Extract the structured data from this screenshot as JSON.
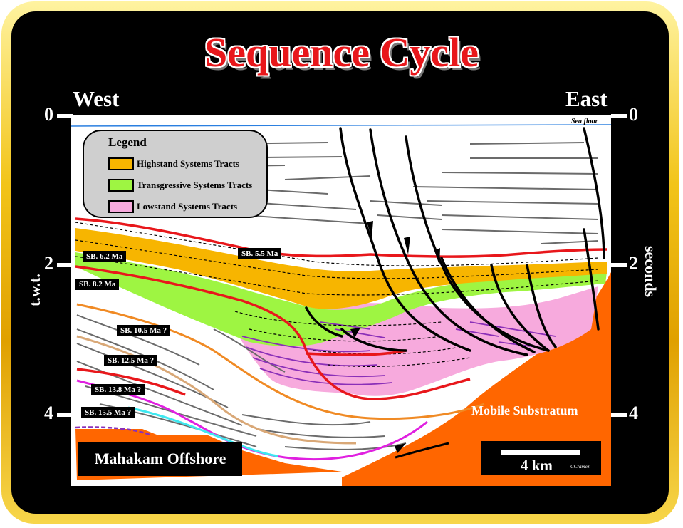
{
  "title": "Sequence Cycle",
  "directions": {
    "west": "West",
    "east": "East"
  },
  "axis": {
    "left_label": "t.w.t.",
    "right_label": "seconds",
    "ticks": [
      "0",
      "2",
      "4"
    ]
  },
  "sea_floor": "Sea floor",
  "legend": {
    "title": "Legend",
    "items": [
      {
        "label": "Highstand Systems Tracts",
        "color": "#f7b500"
      },
      {
        "label": "Transgressive Systems Tracts",
        "color": "#9ef542"
      },
      {
        "label": "Lowstand Systems Tracts",
        "color": "#f7aadd"
      }
    ]
  },
  "sequence_boundaries": [
    "SB. 5.5 Ma",
    "SB. 6.2 Ma",
    "SB. 8.2 Ma",
    "SB. 10.5 Ma ?",
    "SB. 12.5 Ma ?",
    "SB. 13.8 Ma ?",
    "SB. 15.5 Ma ?"
  ],
  "mobile_substratum": "Mobile Substratum",
  "location": "Mahakam Offshore",
  "scale": "4 km",
  "credit": "CCramez",
  "colors": {
    "title_red": "#e8171b",
    "frame_gold": "#f2c419",
    "substratum_orange": "#ff6600",
    "boundary_red": "#e8171b",
    "sea_floor_blue": "#2a7fe0"
  }
}
